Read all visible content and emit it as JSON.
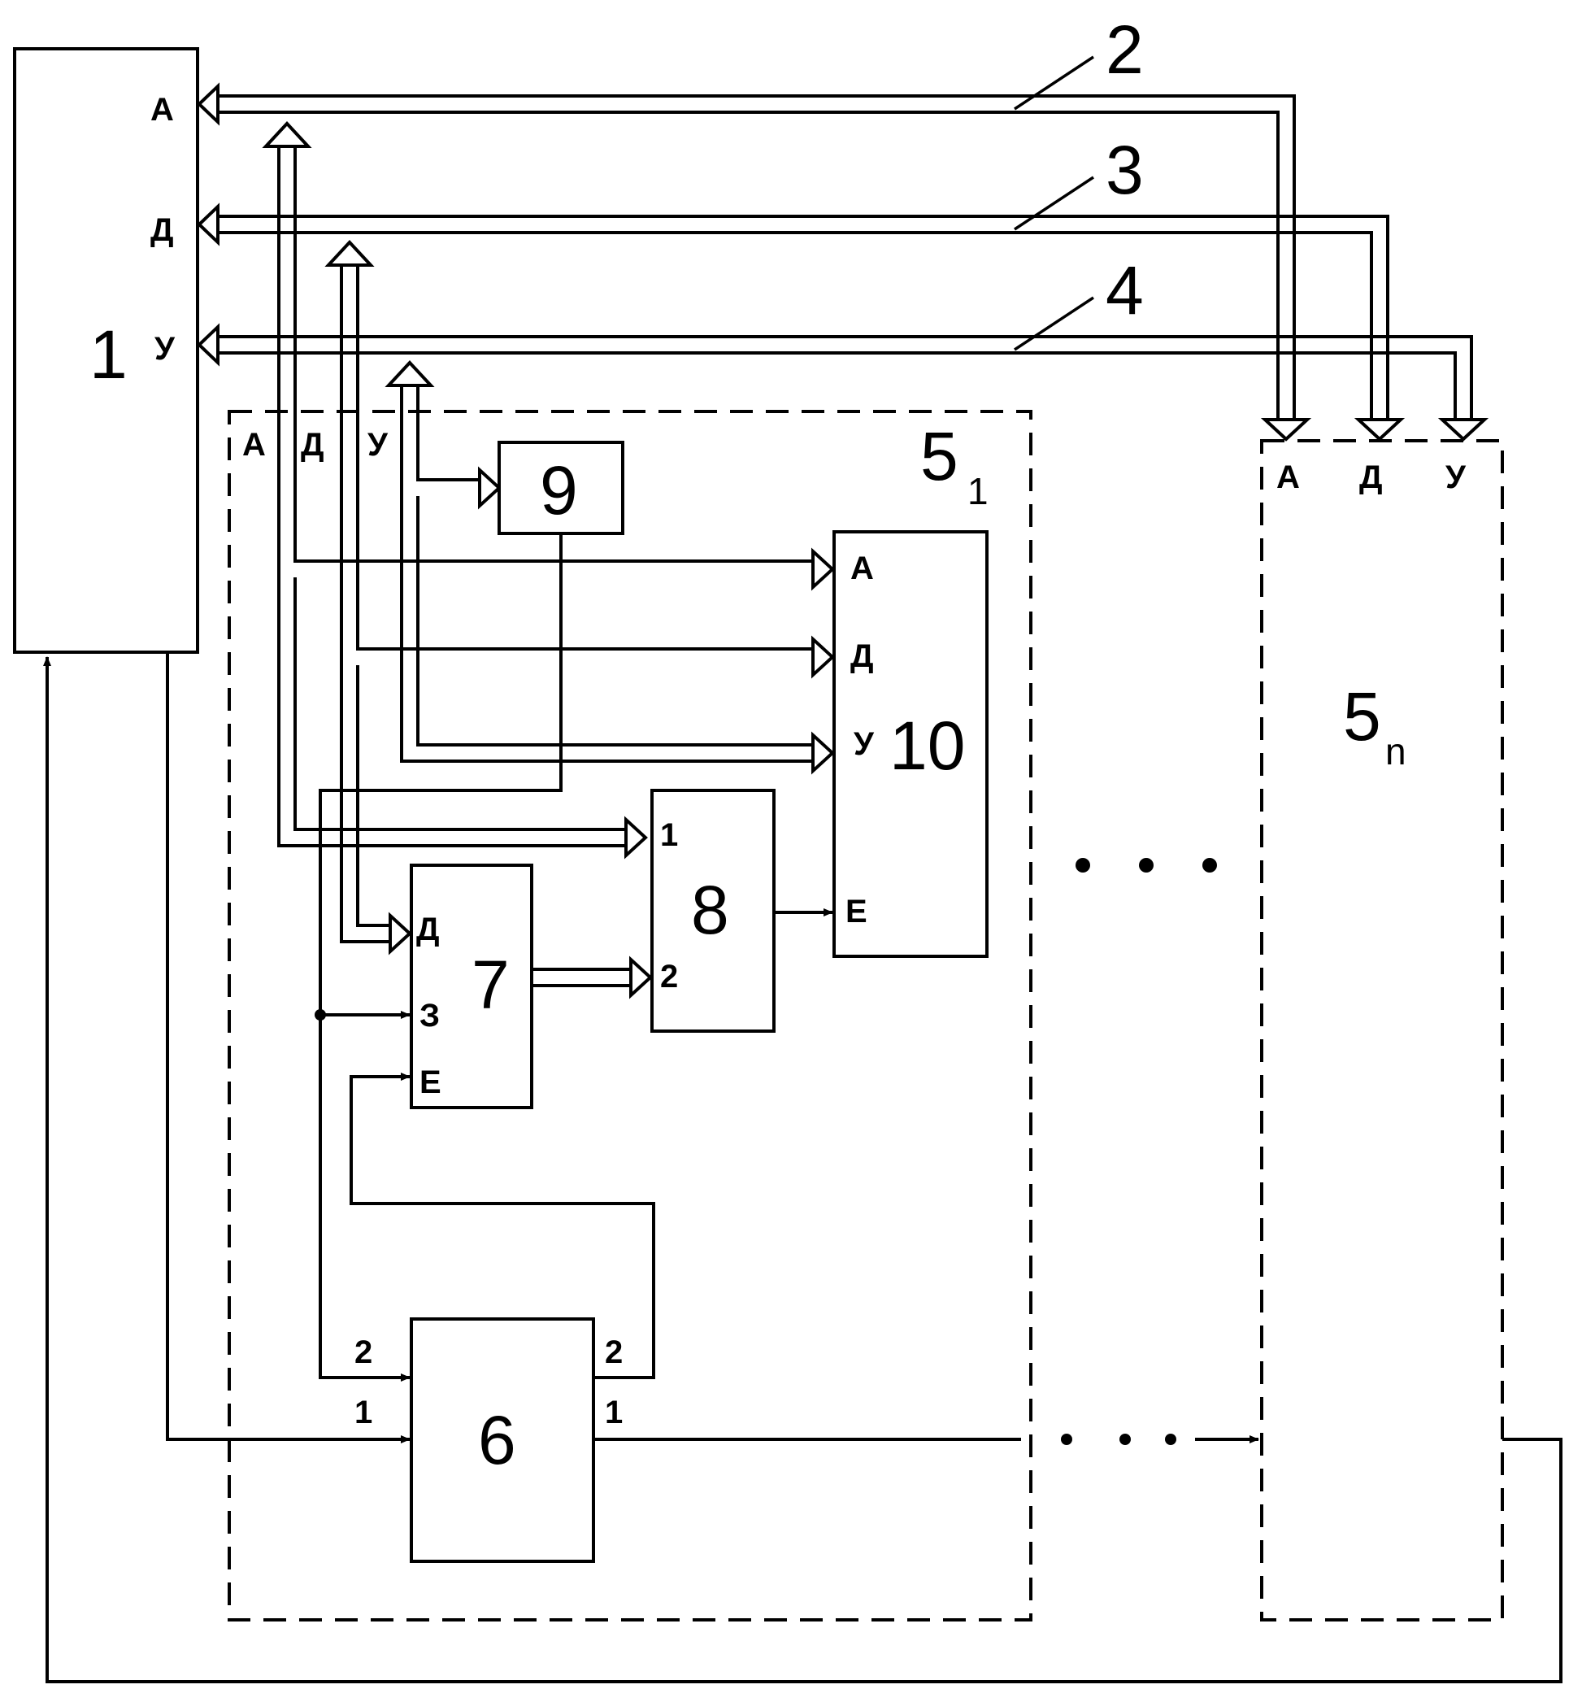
{
  "blocks": {
    "b1": {
      "number": "1",
      "ports": {
        "a": "А",
        "d": "Д",
        "u": "У"
      }
    },
    "b5_1": {
      "base": "5",
      "index": "1",
      "ports": {
        "a": "А",
        "d": "Д",
        "u": "У"
      }
    },
    "b5_n": {
      "base": "5",
      "index": "n",
      "ports": {
        "a": "А",
        "d": "Д",
        "u": "У"
      }
    },
    "b6": {
      "number": "6",
      "in1": "1",
      "in2": "2",
      "out1": "1",
      "out2": "2"
    },
    "b7": {
      "number": "7",
      "in_d": "Д",
      "in_z": "З",
      "in_e": "Е"
    },
    "b8": {
      "number": "8",
      "in1": "1",
      "in2": "2"
    },
    "b9": {
      "number": "9"
    },
    "b10": {
      "number": "10",
      "in_a": "А",
      "in_d": "Д",
      "in_u": "У",
      "in_e": "Е"
    }
  },
  "buses": {
    "bus2": "2",
    "bus3": "3",
    "bus4": "4"
  }
}
